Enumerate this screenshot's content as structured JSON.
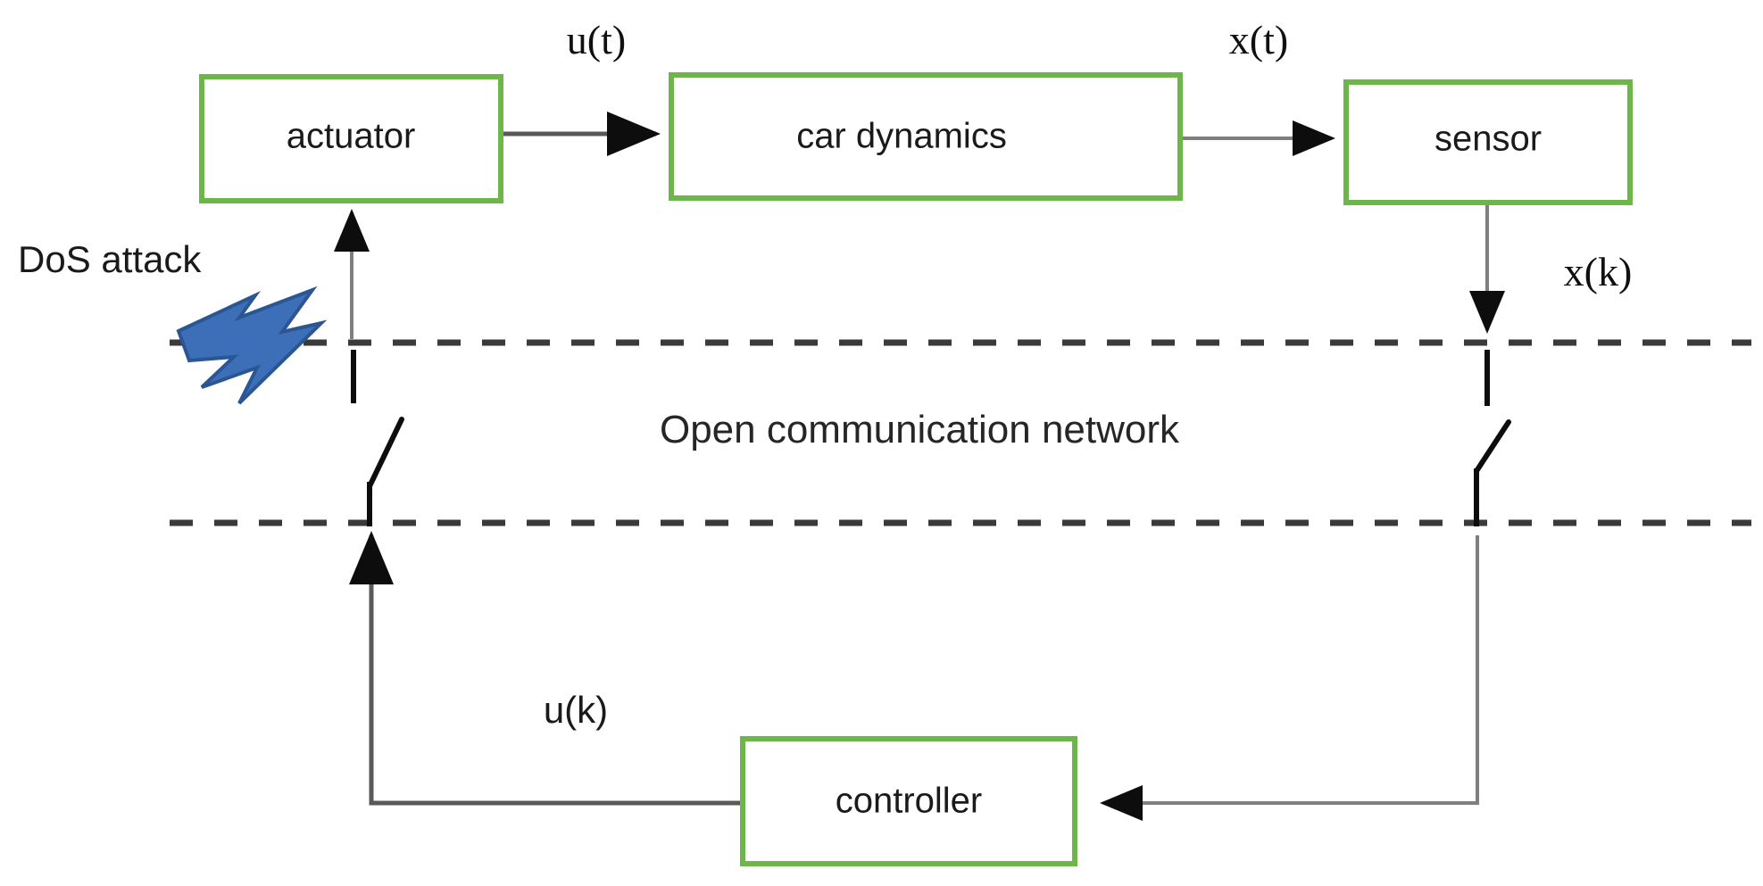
{
  "diagram": {
    "title": "Networked control system under DoS attack",
    "colors": {
      "box_border": "#6eb54a",
      "box_fill": "#ffffff",
      "arrow_gray": "#595959",
      "arrow_head": "#0d0d0d",
      "dashed_line": "#3a3a3a",
      "bolt_fill": "#3d6fb8",
      "bolt_stroke": "#2f5a9c",
      "text": "#1a1a1a"
    },
    "blocks": [
      {
        "id": "actuator",
        "label": "actuator"
      },
      {
        "id": "car-dynamics",
        "label": "car dynamics"
      },
      {
        "id": "sensor",
        "label": "sensor"
      },
      {
        "id": "controller",
        "label": "controller"
      }
    ],
    "signals": [
      {
        "id": "ut",
        "label": "u(t)",
        "style": "serif"
      },
      {
        "id": "xt",
        "label": "x(t)",
        "style": "serif"
      },
      {
        "id": "xk",
        "label": "x(k)",
        "style": "serif"
      },
      {
        "id": "uk",
        "label": "u(k)",
        "style": "sans"
      }
    ],
    "annotations": {
      "attack": "DoS attack",
      "network": "Open communication network"
    },
    "switches": [
      {
        "id": "actuator-channel-switch",
        "side": "left",
        "state": "open"
      },
      {
        "id": "sensor-channel-switch",
        "side": "right",
        "state": "open"
      }
    ]
  }
}
